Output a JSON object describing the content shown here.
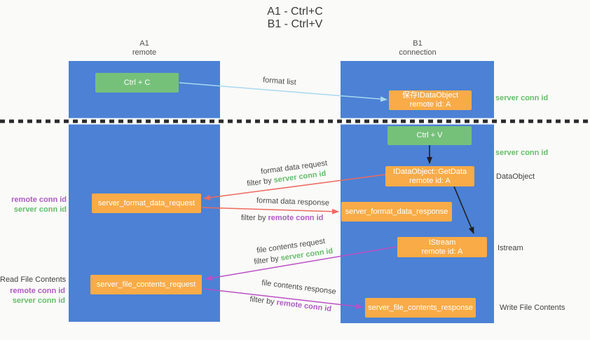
{
  "title": {
    "line1": "A1 - Ctrl+C",
    "line2": "B1 - Ctrl+V"
  },
  "lanes": {
    "a1": {
      "name": "A1",
      "role": "remote"
    },
    "b1": {
      "name": "B1",
      "role": "connection"
    }
  },
  "nodes": {
    "ctrl_c": {
      "label": "Ctrl + C"
    },
    "ctrl_v": {
      "label": "Ctrl + V"
    },
    "save_dataobject": {
      "line1": "保存IDataObject",
      "line2": "remote id: A"
    },
    "getdata": {
      "line1": "IDataObject::GetData",
      "line2": "remote id: A"
    },
    "istream": {
      "line1": "IStream",
      "line2": "remote id: A"
    },
    "format_request": {
      "label": "server_format_data_request"
    },
    "format_response": {
      "label": "server_format_data_response"
    },
    "file_request": {
      "label": "server_file_contents_request"
    },
    "file_response": {
      "label": "server_file_contents_response"
    }
  },
  "annotations": {
    "server_conn_id_top": "server conn id",
    "server_conn_id_mid": "server conn id",
    "dataobject": "DataObject",
    "istream": "Istream",
    "write_file_contents": "Write File Contents",
    "read_file_contents": "Read File Contents",
    "format_request_side": {
      "remote": "remote conn id",
      "server": "server conn id"
    },
    "file_request_side": {
      "remote": "remote conn id",
      "server": "server conn id"
    }
  },
  "edges": {
    "format_list": {
      "label": "format list"
    },
    "format_data_request": {
      "label": "format data request",
      "filter_prefix": "filter by ",
      "filter_key": "server conn id"
    },
    "format_data_response": {
      "label": "format data response",
      "filter_prefix": "filter by ",
      "filter_key": "remote conn id"
    },
    "file_contents_request": {
      "label": "file contents request",
      "filter_prefix": "filter by ",
      "filter_key": "server conn id"
    },
    "file_contents_response": {
      "label": "file contents response",
      "filter_prefix": "filter by ",
      "filter_key": "remote conn id"
    }
  },
  "colors": {
    "background": "#fafaf8",
    "lane_blue": "#4c81d5",
    "box_orange": "#f8ab47",
    "box_green": "#76c17a",
    "text_green": "#66bd6a",
    "text_purple": "#ad5cc3",
    "text_dark": "#3f3f3f",
    "arrow_light_blue": "#a8d8f0",
    "arrow_red": "#ee6a5f",
    "arrow_magenta": "#bb50c6",
    "arrow_black": "#1f1f1f",
    "dotted_line": "#2b2b2b",
    "halo_white": "#ffffff"
  }
}
